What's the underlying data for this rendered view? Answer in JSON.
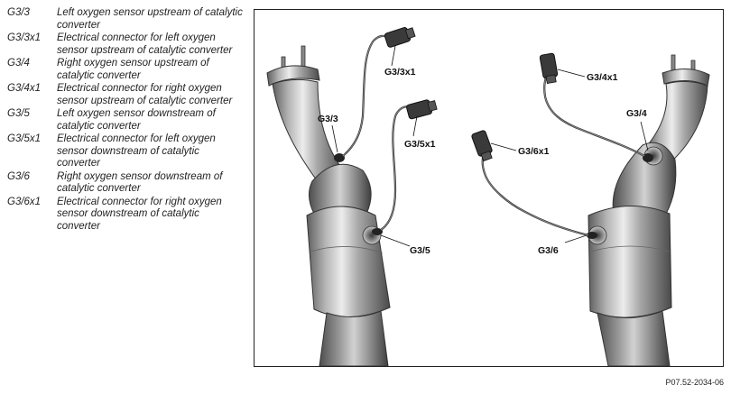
{
  "legend": [
    {
      "code": "G3/3",
      "desc": "Left oxygen sensor upstream of catalytic converter"
    },
    {
      "code": "G3/3x1",
      "desc": "Electrical connector for left oxygen sensor upstream of catalytic converter"
    },
    {
      "code": "G3/4",
      "desc": "Right oxygen sensor upstream of catalytic converter"
    },
    {
      "code": "G3/4x1",
      "desc": "Electrical connector for right oxygen sensor upstream of catalytic converter"
    },
    {
      "code": "G3/5",
      "desc": "Left oxygen sensor downstream of catalytic converter"
    },
    {
      "code": "G3/5x1",
      "desc": "Electrical connector for left oxygen sensor downstream of catalytic converter"
    },
    {
      "code": "G3/6",
      "desc": "Right oxygen sensor downstream of catalytic converter"
    },
    {
      "code": "G3/6x1",
      "desc": "Electrical connector for right oxygen sensor downstream of catalytic converter"
    }
  ],
  "figure": {
    "callouts": {
      "g33x1": "G3/3x1",
      "g33": "G3/3",
      "g35x1": "G3/5x1",
      "g35": "G3/5",
      "g34x1": "G3/4x1",
      "g34": "G3/4",
      "g36x1": "G3/6x1",
      "g36": "G3/6"
    },
    "reference": "P07.52-2034-06"
  }
}
